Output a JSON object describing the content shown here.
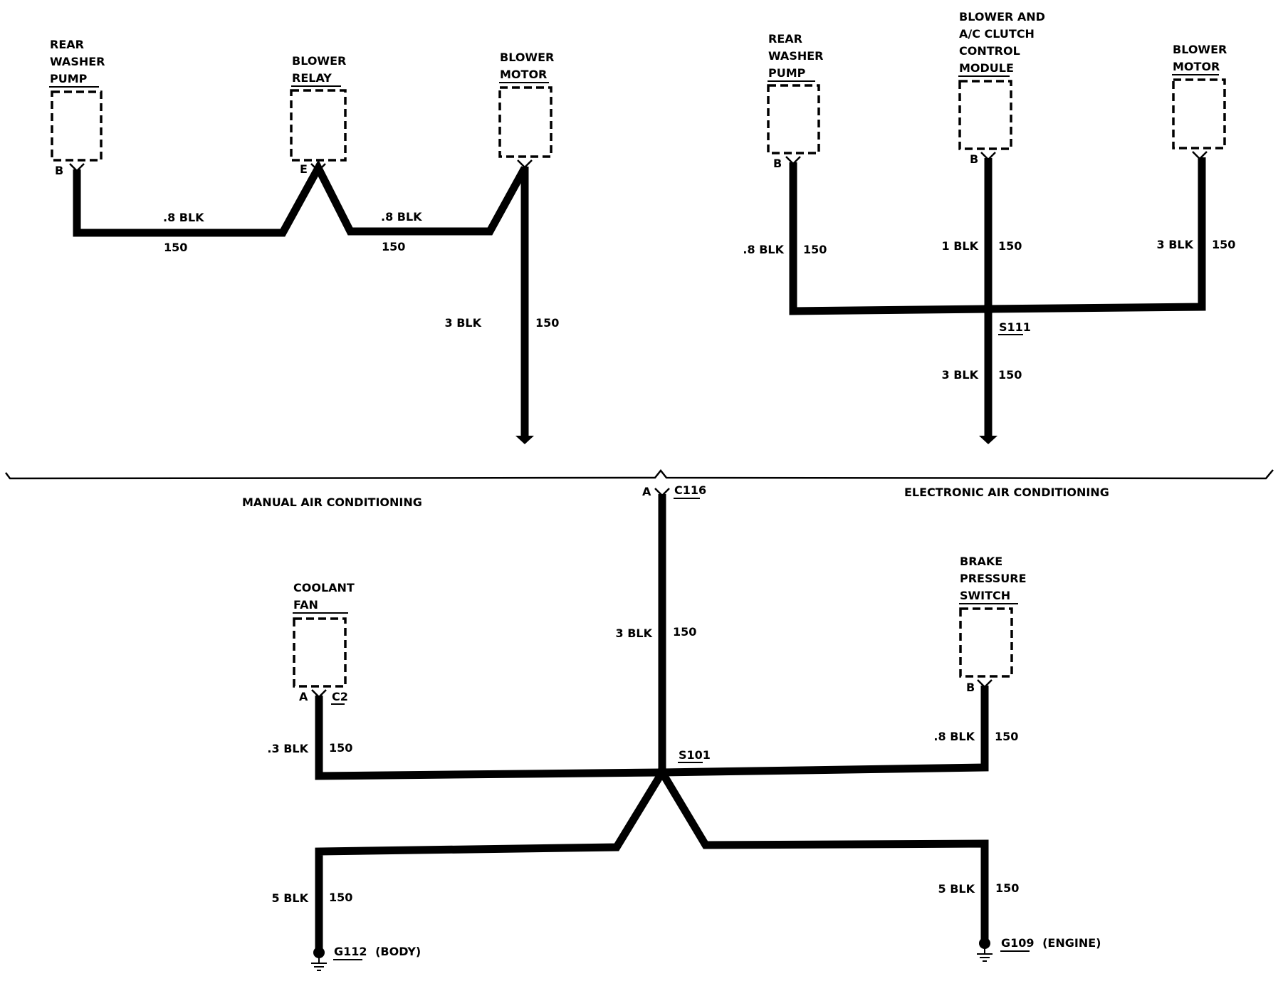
{
  "sections": {
    "manual": "MANUAL AIR CONDITIONING",
    "electronic": "ELECTRONIC AIR CONDITIONING"
  },
  "components": {
    "rear_washer_pump_manual": [
      "REAR",
      "WASHER",
      "PUMP"
    ],
    "blower_relay": [
      "BLOWER",
      "RELAY"
    ],
    "blower_motor_manual": [
      "BLOWER",
      "MOTOR"
    ],
    "rear_washer_pump_elec": [
      "REAR",
      "WASHER",
      "PUMP"
    ],
    "blower_ac_module": [
      "BLOWER AND",
      "A/C CLUTCH",
      "CONTROL",
      "MODULE"
    ],
    "blower_motor_elec": [
      "BLOWER",
      "MOTOR"
    ],
    "coolant_fan": [
      "COOLANT",
      "FAN"
    ],
    "brake_pressure_switch": [
      "BRAKE",
      "PRESSURE",
      "SWITCH"
    ]
  },
  "pins": {
    "rwp_manual": "B",
    "relay": "E",
    "rwp_elec": "B",
    "module": "B",
    "coolant_fan": "A",
    "coolant_fan_conn": "C2",
    "brake_switch": "B",
    "c116_pin": "A"
  },
  "connectors": {
    "c116": "C116",
    "s101": "S101",
    "s111": "S111"
  },
  "grounds": {
    "g112": "G112",
    "g112_loc": "(BODY)",
    "g109": "G109",
    "g109_loc": "(ENGINE)"
  },
  "wires": {
    "m_rwp_relay_size": ".8 BLK",
    "m_rwp_relay_circuit": "150",
    "m_relay_motor_size": ".8 BLK",
    "m_relay_motor_circuit": "150",
    "m_motor_down_size": "3 BLK",
    "m_motor_down_circuit": "150",
    "e_rwp_size": ".8 BLK",
    "e_rwp_circuit": "150",
    "e_module_size": "1 BLK",
    "e_module_circuit": "150",
    "e_motor_size": "3 BLK",
    "e_motor_circuit": "150",
    "e_s111_down_size": "3 BLK",
    "e_s111_down_circuit": "150",
    "c116_s101_size": "3 BLK",
    "c116_s101_circuit": "150",
    "fan_size": ".3 BLK",
    "fan_circuit": "150",
    "brake_size": ".8 BLK",
    "brake_circuit": "150",
    "g112_size": "5 BLK",
    "g112_circuit": "150",
    "g109_size": "5 BLK",
    "g109_circuit": "150"
  }
}
